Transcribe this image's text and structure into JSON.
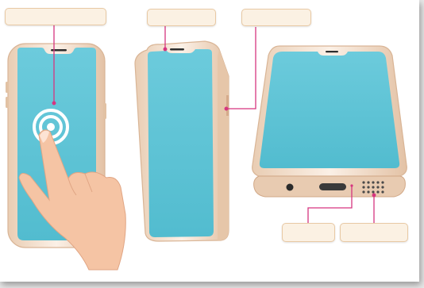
{
  "labels": [
    {
      "id": "callout-1",
      "text": ""
    },
    {
      "id": "callout-2",
      "text": ""
    },
    {
      "id": "callout-3",
      "text": ""
    },
    {
      "id": "callout-4",
      "text": ""
    },
    {
      "id": "callout-5",
      "text": ""
    }
  ],
  "colors": {
    "screen": "#5cc3d6",
    "frame": "#f4e3d3",
    "frame_edge": "#dcb79a",
    "leader_line": "#d6357f",
    "label_fill": "#fbf1e3",
    "label_border": "#e8c9a4",
    "skin": "#f5c4a4"
  },
  "icons": [
    "touch-ripple-icon",
    "hand-icon"
  ]
}
